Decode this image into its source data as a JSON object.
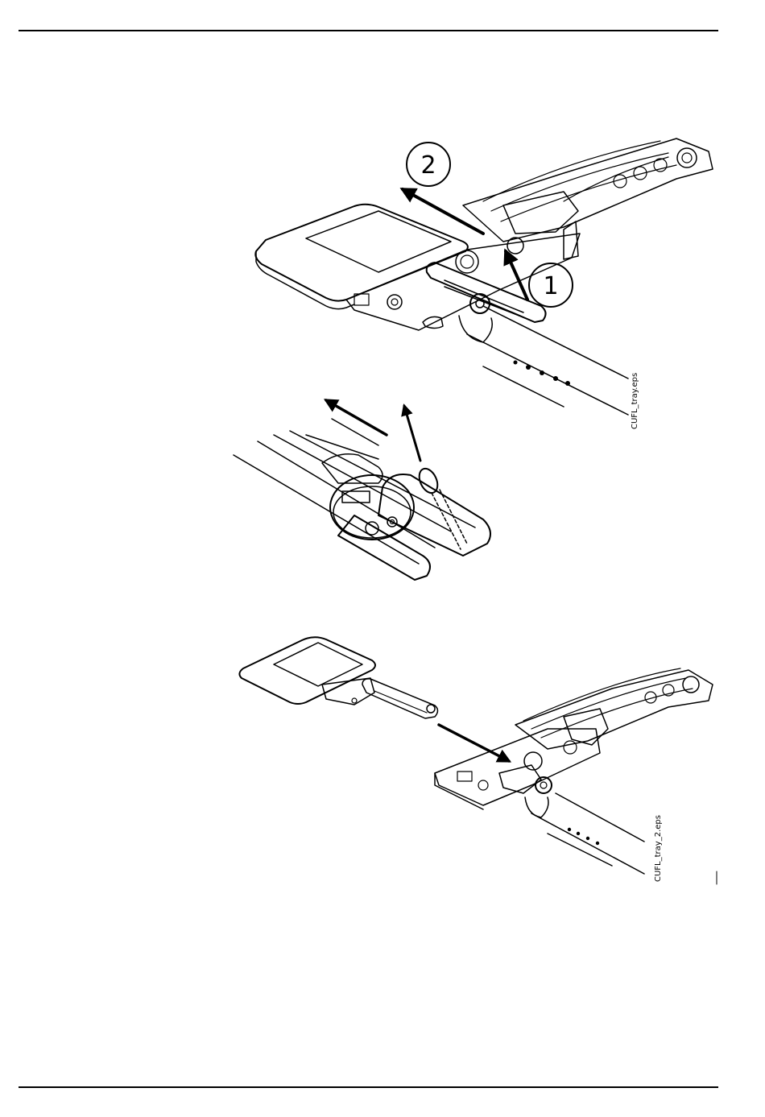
{
  "figures": {
    "figure1": {
      "file_label": "CUFL_tray.eps",
      "step_one": "1",
      "step_two": "2"
    },
    "figure2": {
      "file_label": "CUFL_tray_2.eps"
    }
  }
}
